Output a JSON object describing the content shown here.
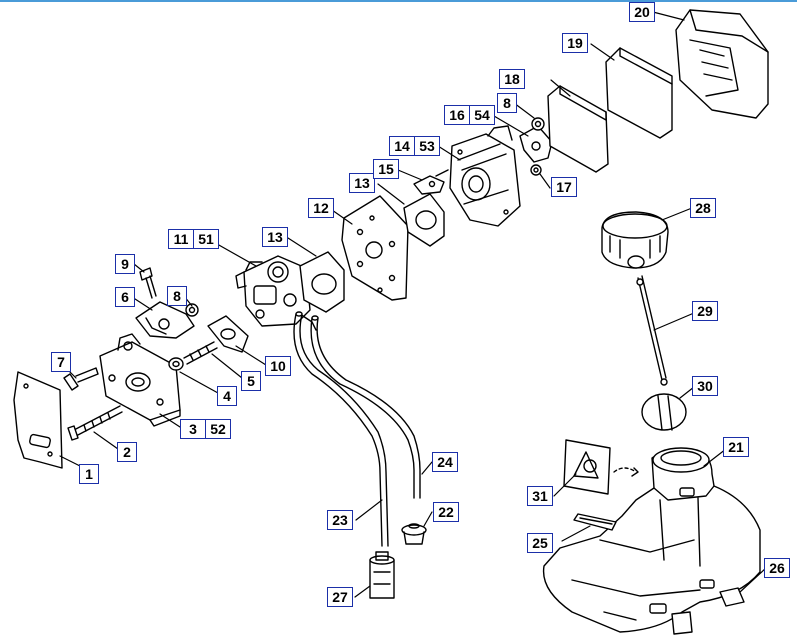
{
  "callouts": {
    "c1": "1",
    "c2": "2",
    "c3": "3",
    "c52": "52",
    "c4": "4",
    "c5": "5",
    "c6": "6",
    "c7": "7",
    "c8a": "8",
    "c8b": "8",
    "c9": "9",
    "c10": "10",
    "c11": "11",
    "c51": "51",
    "c12": "12",
    "c13a": "13",
    "c13b": "13",
    "c14": "14",
    "c53": "53",
    "c15": "15",
    "c16": "16",
    "c54": "54",
    "c17": "17",
    "c18": "18",
    "c19": "19",
    "c20": "20",
    "c21": "21",
    "c22": "22",
    "c23": "23",
    "c24": "24",
    "c25": "25",
    "c26": "26",
    "c27": "27",
    "c28": "28",
    "c29": "29",
    "c30": "30",
    "c31": "31"
  },
  "colors": {
    "callout_border": "#1b2fa8",
    "line": "#000000",
    "accent_top": "#4a9bd8"
  }
}
